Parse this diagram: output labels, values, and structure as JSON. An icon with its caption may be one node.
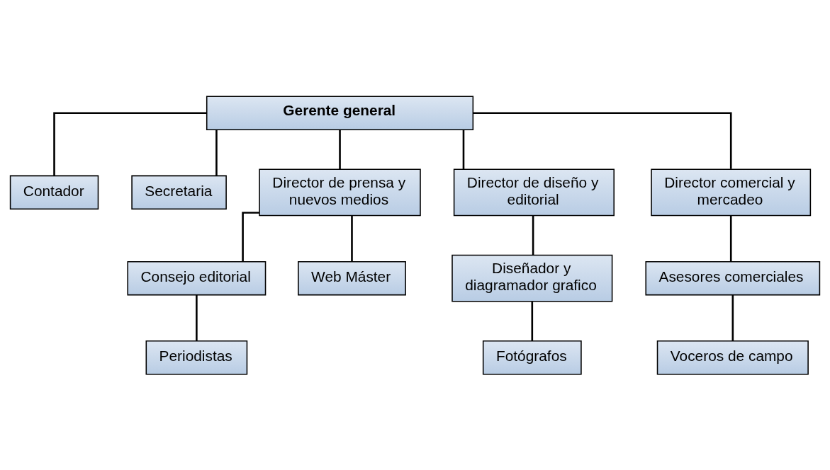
{
  "diagram": {
    "nodes": [
      {
        "text": [
          "Gerente general"
        ]
      },
      {
        "text": [
          "Contador"
        ]
      },
      {
        "text": [
          "Secretaria"
        ]
      },
      {
        "text": [
          "Director de prensa y nuevos medios"
        ]
      },
      {
        "text": [
          "Director de diseño y editorial"
        ]
      },
      {
        "text": [
          "Director comercial y mercadeo"
        ]
      },
      {
        "text": [
          "Consejo editorial"
        ]
      },
      {
        "text": [
          "Web Máster"
        ]
      },
      {
        "text": [
          "Diseñador y diagramador grafico"
        ]
      },
      {
        "text": [
          "Asesores comerciales"
        ]
      },
      {
        "text": [
          "Periodistas"
        ]
      },
      {
        "text": [
          "Fotógrafos"
        ]
      },
      {
        "text": [
          "Voceros de campo"
        ]
      }
    ],
    "edges": [
      {
        "from": 0,
        "to": 1,
        "arrow": "none"
      },
      {
        "from": 0,
        "to": 2,
        "arrow": "none"
      },
      {
        "from": 0,
        "to": 3,
        "arrow": "none"
      },
      {
        "from": 0,
        "to": 4,
        "arrow": "none"
      },
      {
        "from": 0,
        "to": 5,
        "arrow": "none"
      },
      {
        "from": 3,
        "to": 6,
        "arrow": "none"
      },
      {
        "from": 3,
        "to": 7,
        "arrow": "none"
      },
      {
        "from": 4,
        "to": 8,
        "arrow": "none"
      },
      {
        "from": 5,
        "to": 9,
        "arrow": "none"
      },
      {
        "from": 6,
        "to": 10,
        "arrow": "none"
      },
      {
        "from": 8,
        "to": 11,
        "arrow": "none"
      },
      {
        "from": 9,
        "to": 12,
        "arrow": "none"
      }
    ]
  }
}
